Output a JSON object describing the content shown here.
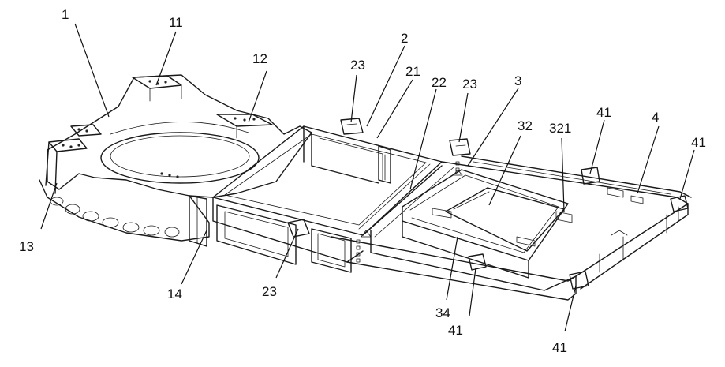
{
  "labels": [
    {
      "id": "l1",
      "text": "1"
    },
    {
      "id": "l11",
      "text": "11"
    },
    {
      "id": "l12",
      "text": "12"
    },
    {
      "id": "l13",
      "text": "13"
    },
    {
      "id": "l14",
      "text": "14"
    },
    {
      "id": "l2",
      "text": "2"
    },
    {
      "id": "l21",
      "text": "21"
    },
    {
      "id": "l22",
      "text": "22"
    },
    {
      "id": "l23a",
      "text": "23"
    },
    {
      "id": "l23b",
      "text": "23"
    },
    {
      "id": "l23c",
      "text": "23"
    },
    {
      "id": "l3",
      "text": "3"
    },
    {
      "id": "l32",
      "text": "32"
    },
    {
      "id": "l321",
      "text": "321"
    },
    {
      "id": "l34",
      "text": "34"
    },
    {
      "id": "l4",
      "text": "4"
    },
    {
      "id": "l41a",
      "text": "41"
    },
    {
      "id": "l41b",
      "text": "41"
    },
    {
      "id": "l41c",
      "text": "41"
    },
    {
      "id": "l41d",
      "text": "41"
    }
  ]
}
